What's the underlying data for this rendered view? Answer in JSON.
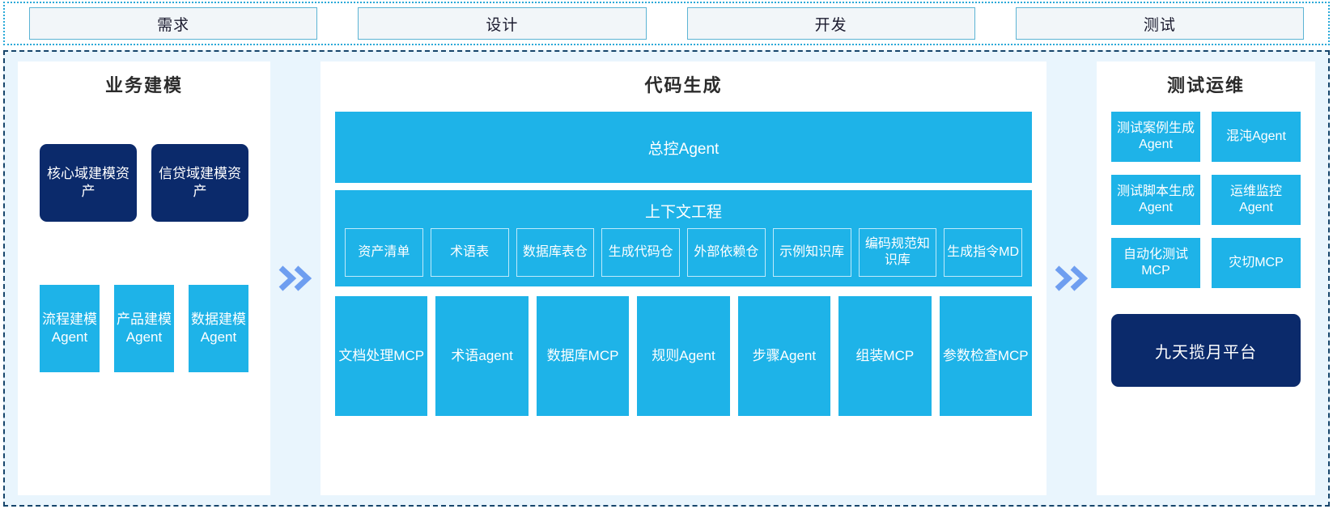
{
  "phases": [
    {
      "label": "需求"
    },
    {
      "label": "设计"
    },
    {
      "label": "开发"
    },
    {
      "label": "测试"
    }
  ],
  "colors": {
    "accent_cyan": "#1eb3e8",
    "accent_navy": "#0b2a6b",
    "panel_bg": "#e9f5fd",
    "phase_border": "#5cb4d4",
    "phase_fill": "#f2f6f9",
    "chevron": "#6e9ef0",
    "dashed_border": "#16456b"
  },
  "left_panel": {
    "title": "业务建模",
    "assets": [
      {
        "label": "核心域建模资产"
      },
      {
        "label": "信贷域建模资产"
      }
    ],
    "agents": [
      {
        "label": "流程建模Agent"
      },
      {
        "label": "产品建模Agent"
      },
      {
        "label": "数据建模Agent"
      }
    ]
  },
  "chevron_icon": "double-chevron-right",
  "center_panel": {
    "title": "代码生成",
    "master_agent": "总控Agent",
    "context": {
      "title": "上下文工程",
      "items": [
        {
          "label": "资产清单"
        },
        {
          "label": "术语表"
        },
        {
          "label": "数据库表仓"
        },
        {
          "label": "生成代码仓"
        },
        {
          "label": "外部依赖仓"
        },
        {
          "label": "示例知识库"
        },
        {
          "label": "编码规范知识库"
        },
        {
          "label": "生成指令MD"
        }
      ]
    },
    "tools": [
      {
        "label": "文档处理MCP"
      },
      {
        "label": "术语agent"
      },
      {
        "label": "数据库MCP"
      },
      {
        "label": "规则Agent"
      },
      {
        "label": "步骤Agent"
      },
      {
        "label": "组装MCP"
      },
      {
        "label": "参数检查MCP"
      }
    ]
  },
  "right_panel": {
    "title": "测试运维",
    "cards": [
      {
        "label": "测试案例生成Agent"
      },
      {
        "label": "混沌Agent"
      },
      {
        "label": "测试脚本生成Agent"
      },
      {
        "label": "运维监控Agent"
      },
      {
        "label": "自动化测试MCP"
      },
      {
        "label": "灾切MCP"
      }
    ],
    "platform": "九天揽月平台"
  }
}
